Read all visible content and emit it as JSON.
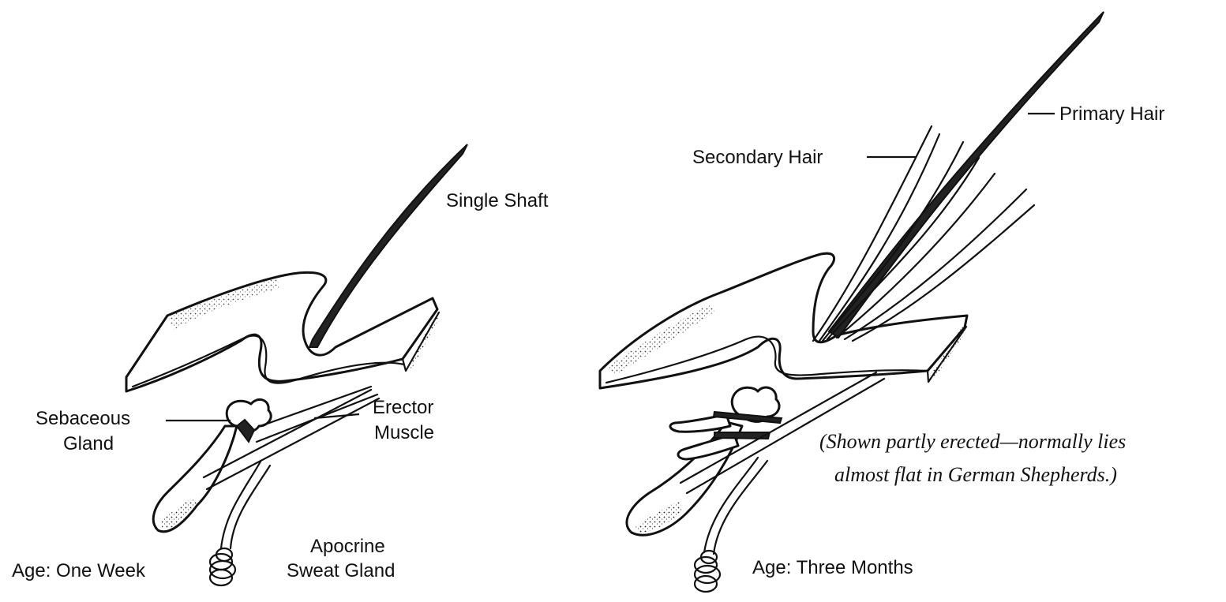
{
  "left_panel": {
    "age_label": "Age: One Week",
    "labels": {
      "single_shaft": "Single Shaft",
      "sebaceous_1": "Sebaceous",
      "sebaceous_2": "Gland",
      "erector_1": "Erector",
      "erector_2": "Muscle",
      "apocrine_1": "Apocrine",
      "apocrine_2": "Sweat Gland"
    }
  },
  "right_panel": {
    "age_label": "Age: Three Months",
    "labels": {
      "primary_hair": "Primary Hair",
      "secondary_hair": "Secondary Hair"
    },
    "note_line1": "(Shown partly erected—normally lies",
    "note_line2": "almost flat in German Shepherds.)"
  }
}
